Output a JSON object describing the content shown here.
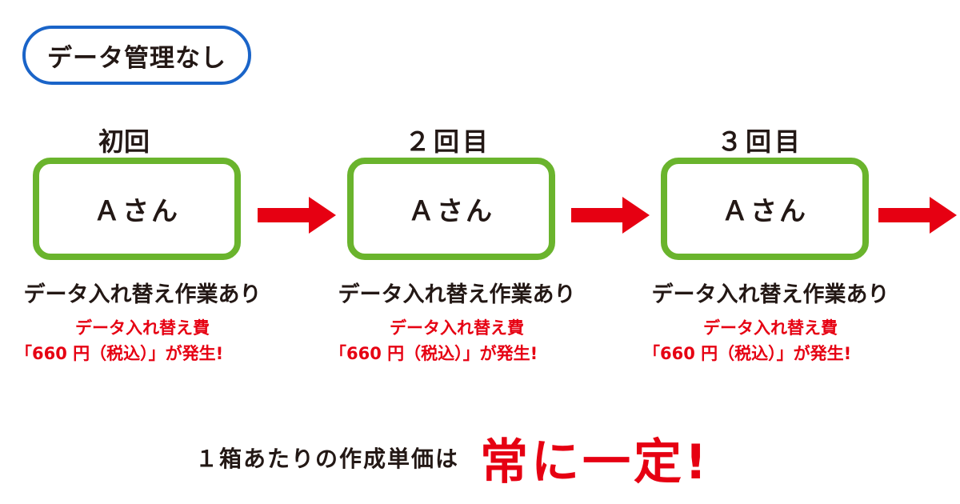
{
  "header": {
    "label": "データ管理なし"
  },
  "steps": [
    {
      "title": "初回",
      "person": "Ａさん",
      "work": "データ入れ替え作業あり",
      "fee_label": "データ入れ替え費",
      "fee_amount": "「660 円（税込）」が発生!"
    },
    {
      "title": "２回目",
      "person": "Ａさん",
      "work": "データ入れ替え作業あり",
      "fee_label": "データ入れ替え費",
      "fee_amount": "「660 円（税込）」が発生!"
    },
    {
      "title": "３回目",
      "person": "Ａさん",
      "work": "データ入れ替え作業あり",
      "fee_label": "データ入れ替え費",
      "fee_amount": "「660 円（税込）」が発生!"
    }
  ],
  "arrows": [
    {
      "icon": "arrow-right-icon"
    },
    {
      "icon": "arrow-right-icon"
    },
    {
      "icon": "arrow-right-icon"
    }
  ],
  "footer": {
    "lead": "１箱あたりの作成単価は",
    "emphasis": "常に一定!"
  },
  "colors": {
    "pill_border": "#1a64c8",
    "box_border": "#6ab42d",
    "accent_red": "#e60012",
    "text": "#231815"
  }
}
